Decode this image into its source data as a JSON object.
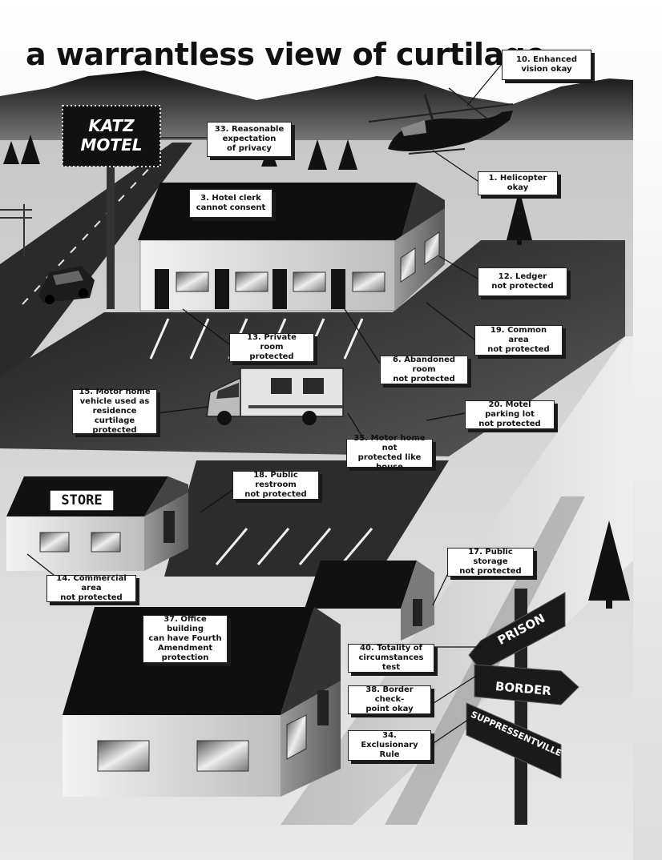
{
  "title": "a warrantless view of curtilage",
  "signs": {
    "motel": "KATZ\nMOTEL",
    "store": "STORE",
    "prison": "PRISON",
    "border": "BORDER",
    "town": "SUPPRESSENTVILLE"
  },
  "callouts": [
    {
      "id": "c10",
      "text": "10. Enhanced\nvision okay"
    },
    {
      "id": "c33",
      "text": "33. Reasonable\nexpectation\nof privacy"
    },
    {
      "id": "c1",
      "text": "1. Helicopter okay"
    },
    {
      "id": "c3",
      "text": "3. Hotel clerk\ncannot consent"
    },
    {
      "id": "c12",
      "text": "12. Ledger\nnot protected"
    },
    {
      "id": "c19",
      "text": "19. Common area\nnot protected"
    },
    {
      "id": "c13",
      "text": "13. Private room\nprotected"
    },
    {
      "id": "c6",
      "text": "6. Abandoned room\nnot protected"
    },
    {
      "id": "c15",
      "text": "15. Motor home\nvehicle used as\nresidence curtilage\nprotected"
    },
    {
      "id": "c20",
      "text": "20. Motel parking lot\nnot protected"
    },
    {
      "id": "c35",
      "text": "35. Motor home not\nprotected like house"
    },
    {
      "id": "c18",
      "text": "18. Public restroom\nnot protected"
    },
    {
      "id": "c17",
      "text": "17. Public storage\nnot protected"
    },
    {
      "id": "c14",
      "text": "14. Commercial area\nnot protected"
    },
    {
      "id": "c37",
      "text": "37. Office building\ncan have Fourth\nAmendment\nprotection"
    },
    {
      "id": "c40",
      "text": "40. Totality of\ncircumstances test"
    },
    {
      "id": "c38",
      "text": "38. Border check-\npoint okay"
    },
    {
      "id": "c34",
      "text": "34. Exclusionary\nRule"
    }
  ]
}
